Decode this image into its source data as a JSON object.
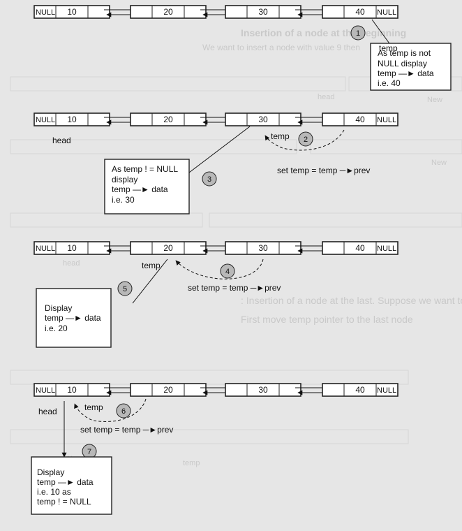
{
  "colors": {
    "background": "#e6e6e6",
    "node_fill": "#ffffff",
    "node_outline": "#222222",
    "circle_fill": "#b8b8b8",
    "faded_text": "#c9c9c9",
    "faded_outline": "#d6d6d6"
  },
  "node_values": [
    "10",
    "20",
    "30",
    "40"
  ],
  "null_label": "NULL",
  "arrow_glyph": "—►",
  "steps": [
    {
      "number": "1",
      "pointer_label": "temp",
      "box_lines": [
        "As temp is not",
        "NULL display",
        "temp → data",
        "i.e. 40"
      ]
    },
    {
      "number": "2",
      "pointer_label": "temp",
      "head_label": "head",
      "action_label": "set temp = temp ─►prev"
    },
    {
      "number": "3",
      "box_lines": [
        "As temp ! = NULL",
        "display",
        "temp → data",
        "i.e. 30"
      ]
    },
    {
      "number": "4",
      "pointer_label": "temp",
      "action_label": "set temp = temp ─►prev"
    },
    {
      "number": "5",
      "box_lines": [
        "Display",
        "temp → data",
        "i.e. 20"
      ]
    },
    {
      "number": "6",
      "pointer_label": "temp",
      "head_label": "head",
      "action_label": "set temp = temp ─►prev"
    },
    {
      "number": "7",
      "box_lines": [
        "Display",
        "temp → data",
        "i.e. 10  as",
        "temp ! = NULL"
      ]
    }
  ],
  "background_text": {
    "line_a": "Insertion of a node at the beginning",
    "line_b": "We want to insert a node with value 9 then",
    "line_c": ": Insertion of a node at the last. Suppose we want to insert a node with value",
    "line_d": "First move temp pointer to the last node",
    "word_new": "New",
    "word_temp": "temp",
    "word_head": "head"
  }
}
